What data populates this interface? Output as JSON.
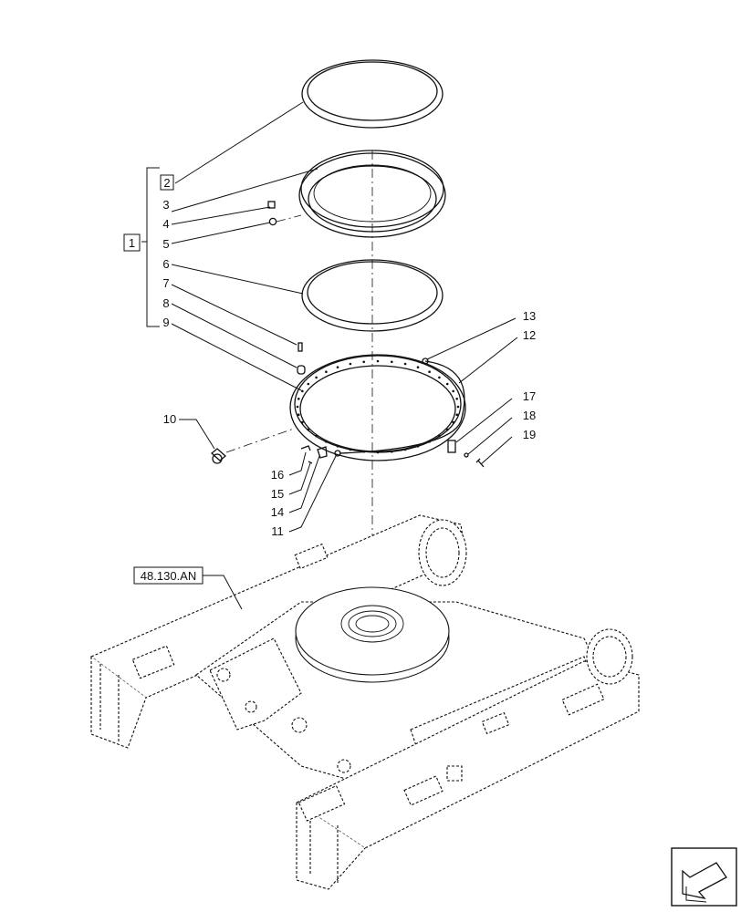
{
  "diagram": {
    "group_label": "1",
    "parts": [
      {
        "num": "2",
        "boxed": true
      },
      {
        "num": "3"
      },
      {
        "num": "4"
      },
      {
        "num": "5"
      },
      {
        "num": "6"
      },
      {
        "num": "7"
      },
      {
        "num": "8"
      },
      {
        "num": "9"
      },
      {
        "num": "10"
      },
      {
        "num": "11"
      },
      {
        "num": "12"
      },
      {
        "num": "13"
      },
      {
        "num": "14"
      },
      {
        "num": "15"
      },
      {
        "num": "16"
      },
      {
        "num": "17"
      },
      {
        "num": "18"
      },
      {
        "num": "19"
      }
    ],
    "reference_label": "48.130.AN",
    "corner_icon": "page-arrow-icon"
  }
}
